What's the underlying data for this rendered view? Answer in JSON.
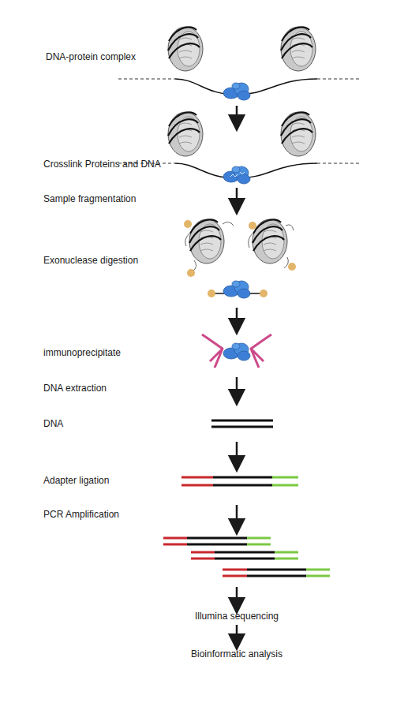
{
  "diagram": {
    "labels": [
      "DNA-protein complex",
      "Crosslink Proteins and DNA",
      "Sample fragmentation",
      "Exonuclease digestion",
      "immunoprecipitate",
      "DNA extraction",
      "DNA",
      "Adapter ligation",
      "PCR Amplification",
      "Illumina sequencing",
      "Bioinformatic analysis"
    ]
  }
}
